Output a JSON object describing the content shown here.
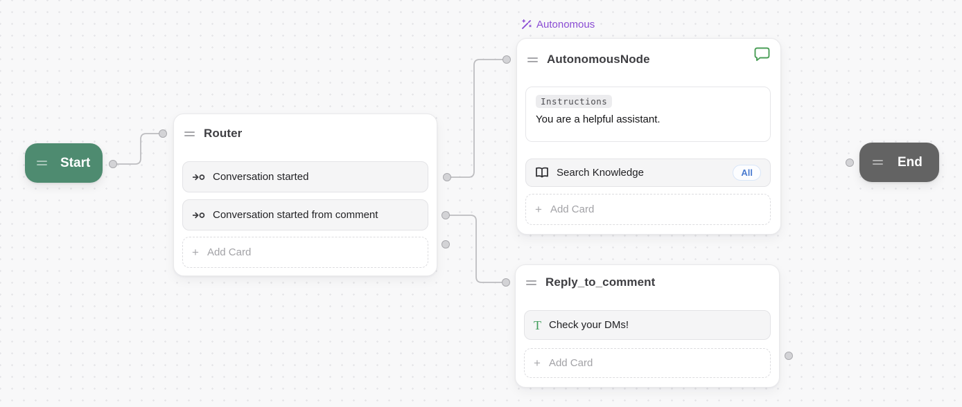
{
  "flow": {
    "autonomous_badge": {
      "label": "Autonomous",
      "icon": "magic-wand-icon",
      "color": "#8b4dd4"
    },
    "start": {
      "label": "Start",
      "color": "#4e8b70"
    },
    "end": {
      "label": "End",
      "color": "#636363"
    },
    "router": {
      "title": "Router",
      "cards": [
        {
          "icon": "trigger-arrow-icon",
          "label": "Conversation started"
        },
        {
          "icon": "trigger-arrow-icon",
          "label": "Conversation started from comment"
        }
      ],
      "add_card": "Add Card"
    },
    "autonomous_node": {
      "title": "AutonomousNode",
      "header_icon": "chat-bubble-icon",
      "instructions": {
        "tag": "Instructions",
        "text": "You are a helpful assistant."
      },
      "knowledge_card": {
        "icon": "open-book-icon",
        "label": "Search Knowledge",
        "badge": "All"
      },
      "add_card": "Add Card"
    },
    "reply_node": {
      "title": "Reply_to_comment",
      "message_card": {
        "icon": "text-icon",
        "label": "Check your DMs!"
      },
      "add_card": "Add Card"
    },
    "colors": {
      "canvas_bg": "#f8f8f9",
      "dot_grid": "#e6e6e9",
      "wire": "#bdbdc0",
      "port_fill": "#d3d3d6",
      "green_icon": "#4a9e57",
      "blue_badge": "#4a7bd0"
    }
  }
}
